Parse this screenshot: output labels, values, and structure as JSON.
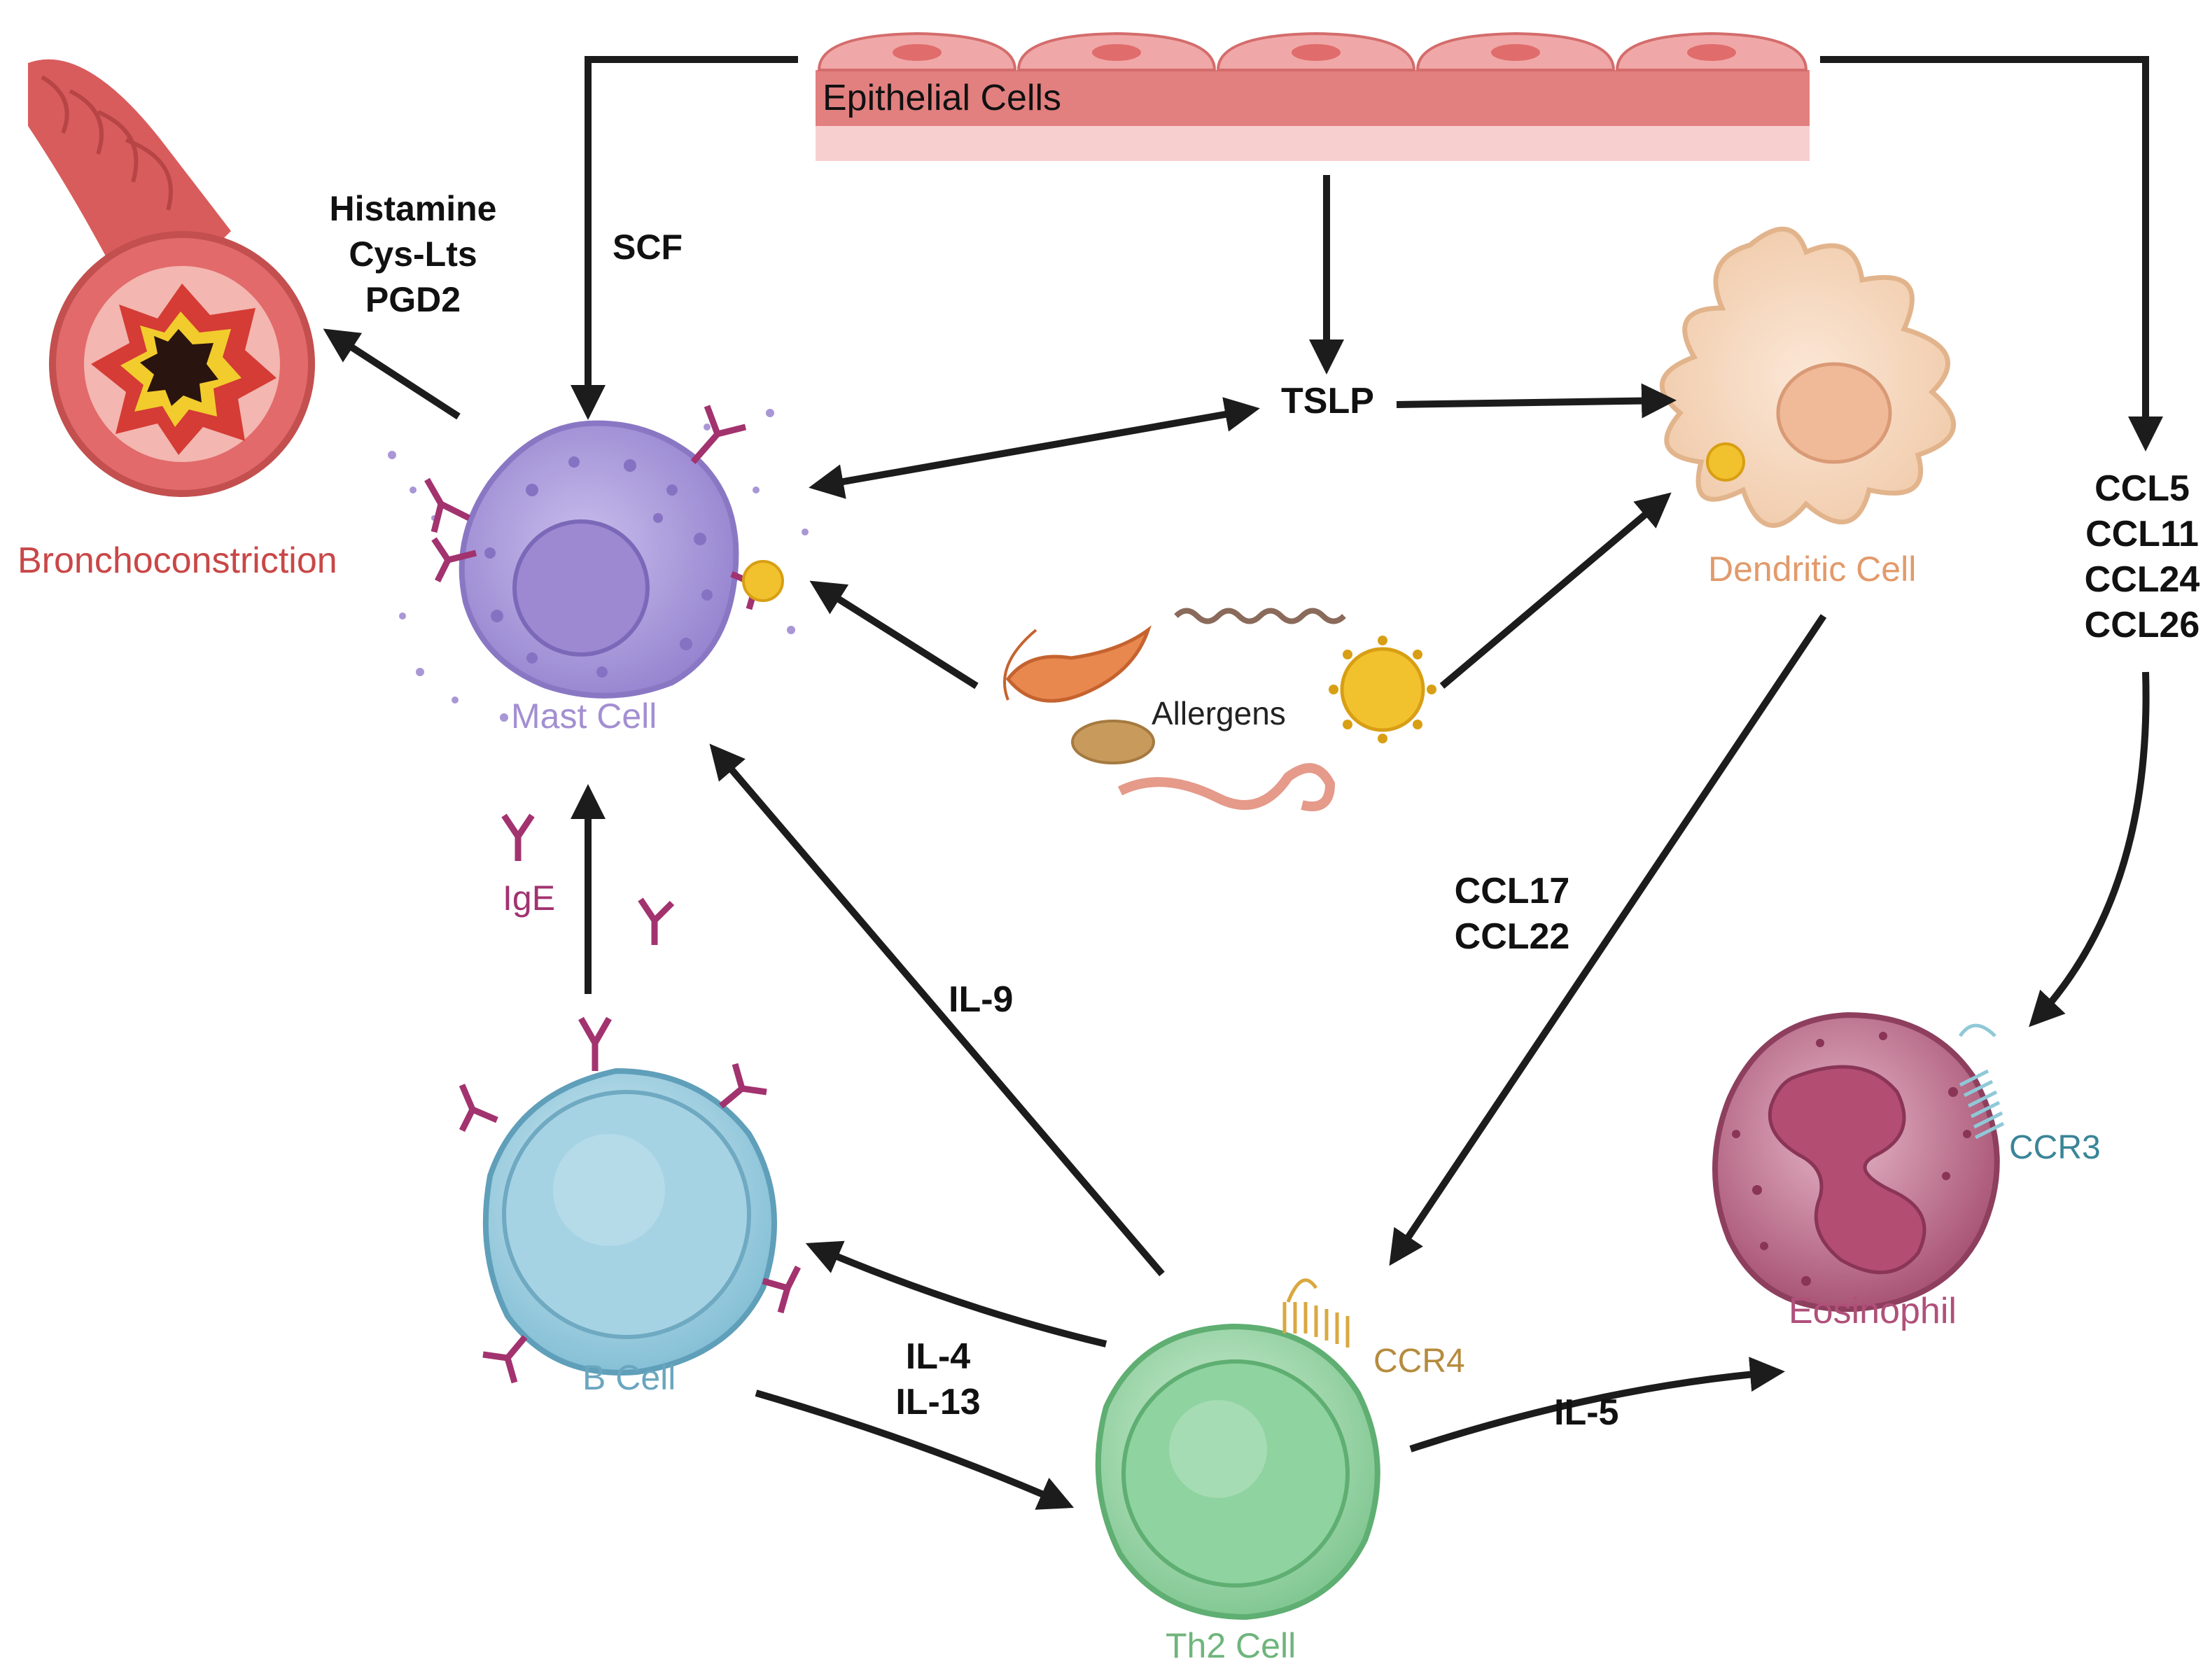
{
  "labels": {
    "epithelial": "Epithelial Cells",
    "bronchoconstriction": "Bronchoconstriction",
    "mast_cell": "Mast Cell",
    "dendritic_cell": "Dendritic Cell",
    "allergens": "Allergens",
    "b_cell": "B Cell",
    "th2_cell": "Th2 Cell",
    "eosinophil": "Eosinophil",
    "ige": "IgE",
    "ccr4": "CCR4",
    "ccr3": "CCR3"
  },
  "mediators": {
    "histamine": "Histamine",
    "cys_lts": "Cys-Lts",
    "pgd2": "PGD2",
    "scf": "SCF",
    "tslp": "TSLP",
    "ccl5": "CCL5",
    "ccl11": "CCL11",
    "ccl24": "CCL24",
    "ccl26": "CCL26",
    "ccl17": "CCL17",
    "ccl22": "CCL22",
    "il9": "IL-9",
    "il4": "IL-4",
    "il13": "IL-13",
    "il5": "IL-5"
  },
  "colors": {
    "epithelium_top": "#f0a7a7",
    "epithelium_mid": "#e07b7b",
    "epithelium_bottom": "#f8cfcf",
    "airway": "#d9534f",
    "mast_cell": "#a996d6",
    "dendritic_cell": "#f3d2b6",
    "b_cell": "#9fcfe0",
    "th2_cell": "#9ad2a6",
    "eosinophil": "#b06080",
    "antibody": "#a2336f",
    "bronchoconstriction_text": "#c94747",
    "mast_text": "#a38fd1",
    "dendritic_text": "#e29a6b",
    "b_text": "#6aa6bf",
    "th2_text": "#6fb57c",
    "eosinophil_text": "#b0507a",
    "ccr3_text": "#3a8598",
    "ccr4_text": "#b58b3d",
    "ige_text": "#a2336f",
    "allergen_pollen": "#f2c12e"
  }
}
